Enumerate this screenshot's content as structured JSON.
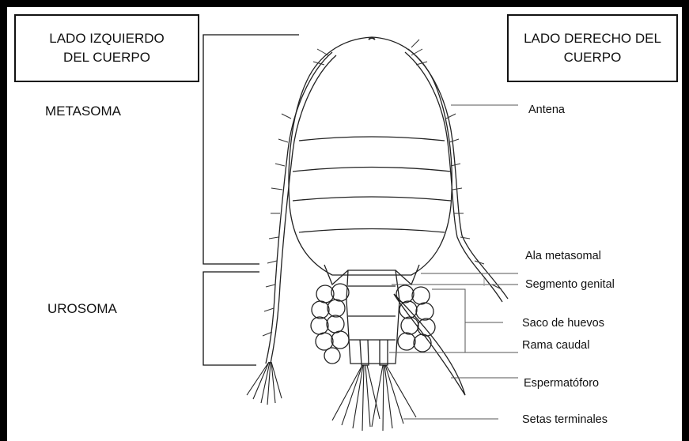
{
  "boxes": {
    "left": [
      "LADO IZQUIERDO",
      "DEL CUERPO"
    ],
    "right": [
      "LADO DERECHO DEL",
      "CUERPO"
    ]
  },
  "regions": {
    "metasoma": "METASOMA",
    "urosoma": "UROSOMA"
  },
  "parts": {
    "antena": "Antena",
    "ala_metasomal": "Ala metasomal",
    "segmento_genital": "Segmento genital",
    "saco_de_huevos": "Saco de huevos",
    "rama_caudal": "Rama caudal",
    "espermatoforo": "Espermatóforo",
    "setas_terminales": "Setas terminales"
  },
  "colors": {
    "ink": "#111111",
    "frame": "#000000",
    "background": "#ffffff"
  }
}
